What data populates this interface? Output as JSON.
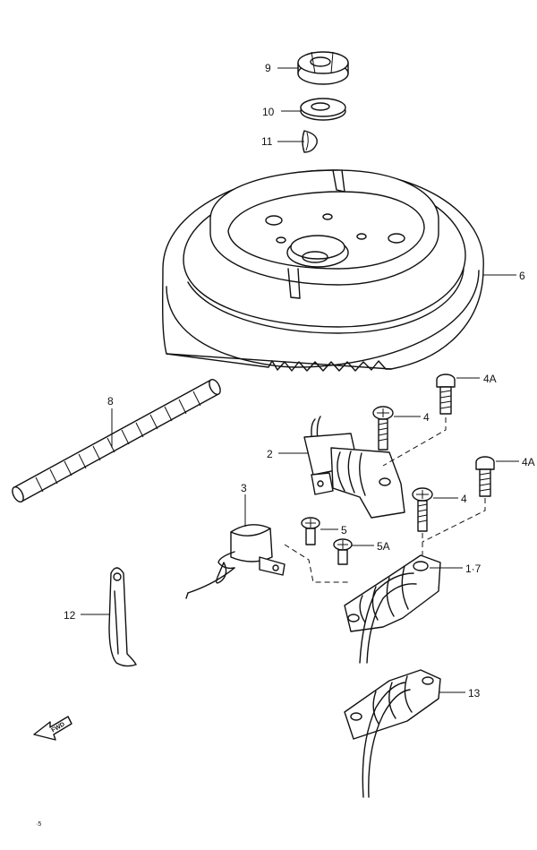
{
  "callouts": {
    "nut": "9",
    "washer": "10",
    "key": "11",
    "flywheel": "6",
    "screw_4a_upper": "4A",
    "screw_4_upper": "4",
    "screw_4a_lower": "4A",
    "screw_4_lower": "4",
    "tube": "8",
    "pulser_coil": "2",
    "condenser": "3",
    "screw_5": "5",
    "screw_5a": "5A",
    "stator_coil": "1·7",
    "clamp": "12",
    "charge_coil": "13"
  },
  "fwd_arrow_text": "FWD",
  "corner_mark": "·5"
}
